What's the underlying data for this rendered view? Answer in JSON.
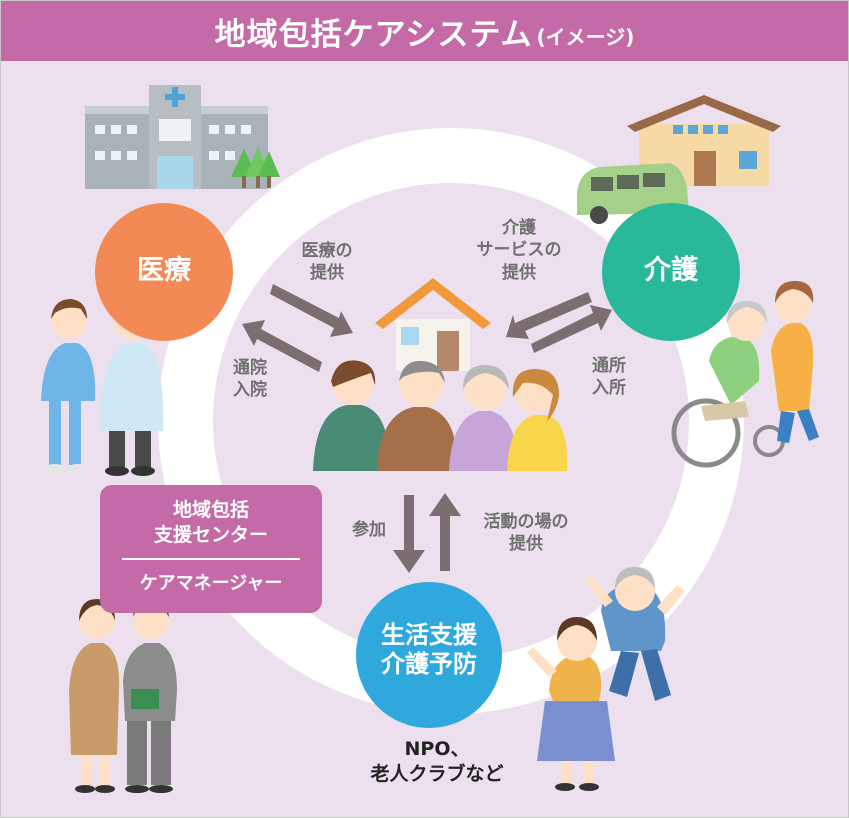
{
  "title": {
    "main": "地域包括ケアシステム",
    "sub": "(イメージ)"
  },
  "nodes": {
    "medical": "医療",
    "care": "介護",
    "life_support": [
      "生活支援",
      "介護予防"
    ]
  },
  "flows": {
    "medical_to_home": [
      "医療の",
      "提供"
    ],
    "home_to_medical": [
      "通院",
      "入院"
    ],
    "care_to_home": [
      "介護",
      "サービスの",
      "提供"
    ],
    "home_to_care": [
      "通所",
      "入所"
    ],
    "home_to_life": "参加",
    "life_to_home": [
      "活動の場の",
      "提供"
    ]
  },
  "center_box": {
    "line1": "地域包括",
    "line2": "支援センター",
    "line3": "ケアマネージャー"
  },
  "npo": {
    "line1": "NPO、",
    "line2": "老人クラブなど"
  },
  "colors": {
    "header": "#c46aa7",
    "background": "#ece0ee",
    "medical": "#f38a55",
    "care": "#2ab89a",
    "life_support": "#2ea8dd",
    "arrow": "#7a6e70"
  }
}
